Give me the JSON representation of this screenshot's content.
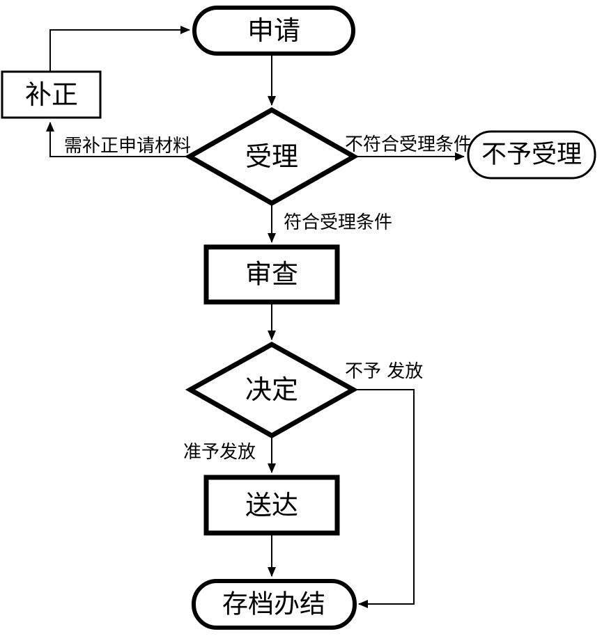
{
  "diagram": {
    "type": "flowchart",
    "background_color": "#ffffff",
    "stroke_color": "#000000",
    "text_color": "#000000",
    "nodes": {
      "apply": {
        "label": "申请",
        "shape": "stadium"
      },
      "supplement": {
        "label": "补正",
        "shape": "rectangle"
      },
      "accept": {
        "label": "受理",
        "shape": "diamond"
      },
      "not_accept": {
        "label": "不予受理",
        "shape": "stadium"
      },
      "review": {
        "label": "审查",
        "shape": "rectangle"
      },
      "decide": {
        "label": "决定",
        "shape": "diamond"
      },
      "deliver": {
        "label": "送达",
        "shape": "rectangle"
      },
      "archive": {
        "label": "存档办结",
        "shape": "stadium"
      }
    },
    "edge_labels": {
      "need_supplement": "需补正申请材料",
      "not_meet_conditions": "不符合受理条件",
      "meet_conditions": "符合受理条件",
      "deny_issue": "不予 发放",
      "grant_issue": "准予发放"
    }
  }
}
